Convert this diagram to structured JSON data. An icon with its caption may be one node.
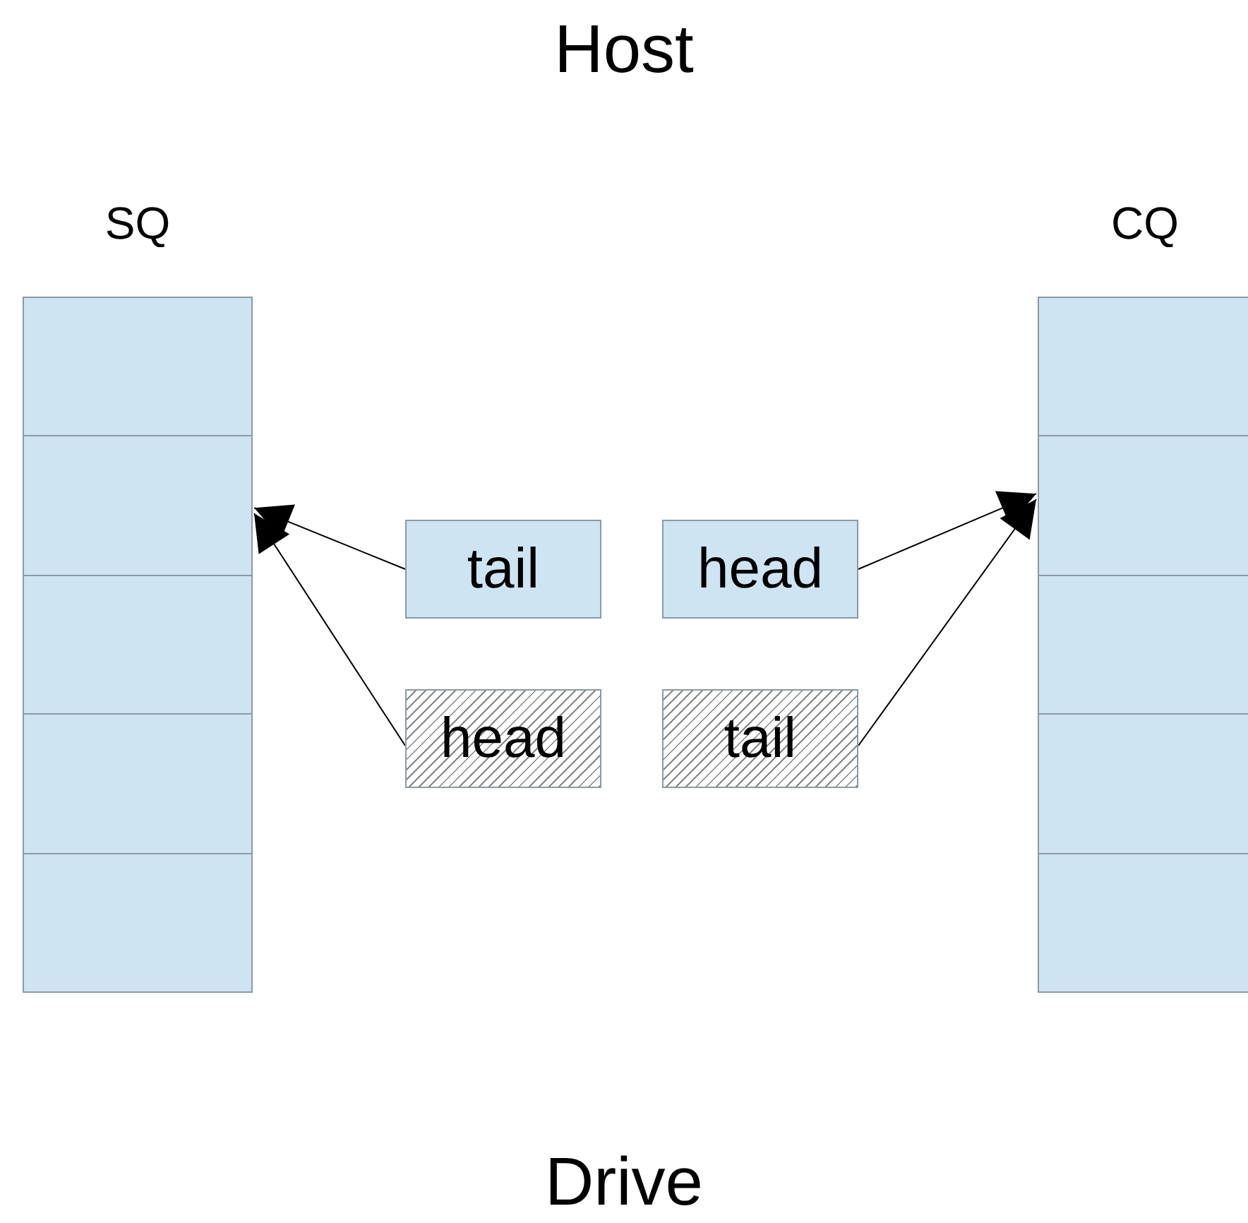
{
  "diagram": {
    "nodes": [
      {
        "text": [
          "SQ"
        ]
      },
      {
        "text": [],
        "shape": "box",
        "in": 0
      },
      {
        "text": [],
        "shape": "box",
        "in": 0
      },
      {
        "text": [],
        "shape": "box",
        "in": 0
      },
      {
        "text": [],
        "shape": "box",
        "in": 0
      },
      {
        "text": [],
        "shape": "box",
        "in": 0
      },
      {
        "text": [
          "CQ"
        ]
      },
      {
        "text": [],
        "shape": "box",
        "in": 6
      },
      {
        "text": [],
        "shape": "box",
        "in": 6
      },
      {
        "text": [],
        "shape": "box",
        "in": 6
      },
      {
        "text": [],
        "shape": "box",
        "in": 6
      },
      {
        "text": [],
        "shape": "box",
        "in": 6
      },
      {
        "text": [
          "tail"
        ]
      },
      {
        "text": [
          "head"
        ]
      },
      {
        "text": [
          "head"
        ]
      },
      {
        "text": [
          "tail"
        ]
      }
    ],
    "edges": [
      {
        "from": 12,
        "to": 2,
        "arrow": "to"
      },
      {
        "from": 14,
        "to": 2,
        "arrow": "to"
      },
      {
        "from": 13,
        "to": 8,
        "arrow": "to"
      },
      {
        "from": 15,
        "to": 8,
        "arrow": "to"
      }
    ],
    "labels": [
      "Host",
      "Drive"
    ]
  }
}
